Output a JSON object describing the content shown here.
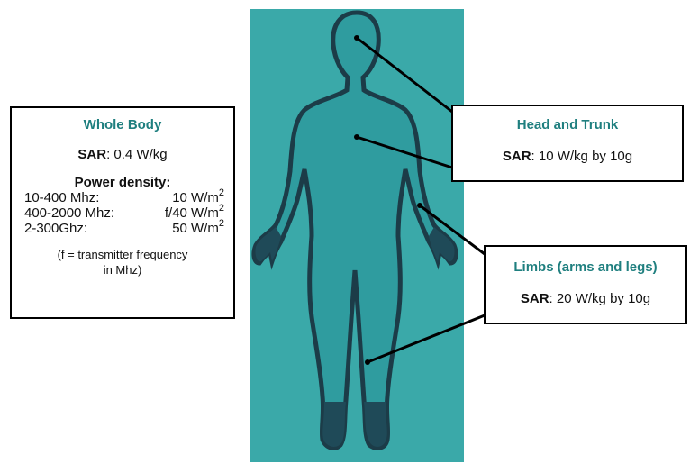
{
  "colors": {
    "panel": "#3aa9a9",
    "body_fill": "#2f9c9f",
    "body_outline": "#1c3c48",
    "title_teal": "#1f7f7f"
  },
  "whole_body": {
    "title": "Whole Body",
    "sar_label": "SAR",
    "sar_value": ": 0.4 W/kg",
    "power_density_title": "Power density:",
    "rows": [
      {
        "freq": "10-400 Mhz:",
        "value": "10 W/m",
        "exp": "2"
      },
      {
        "freq": "400-2000 Mhz:",
        "value": "f/40 W/m",
        "exp": "2"
      },
      {
        "freq": "2-300Ghz:",
        "value": "50 W/m",
        "exp": "2"
      }
    ],
    "note_line1": "(f = transmitter frequency",
    "note_line2": "in Mhz)"
  },
  "head_trunk": {
    "title": "Head and Trunk",
    "sar_label": "SAR",
    "sar_value": ": 10 W/kg by 10g"
  },
  "limbs": {
    "title": "Limbs (arms and legs)",
    "sar_label": "SAR",
    "sar_value": ": 20 W/kg by 10g"
  }
}
